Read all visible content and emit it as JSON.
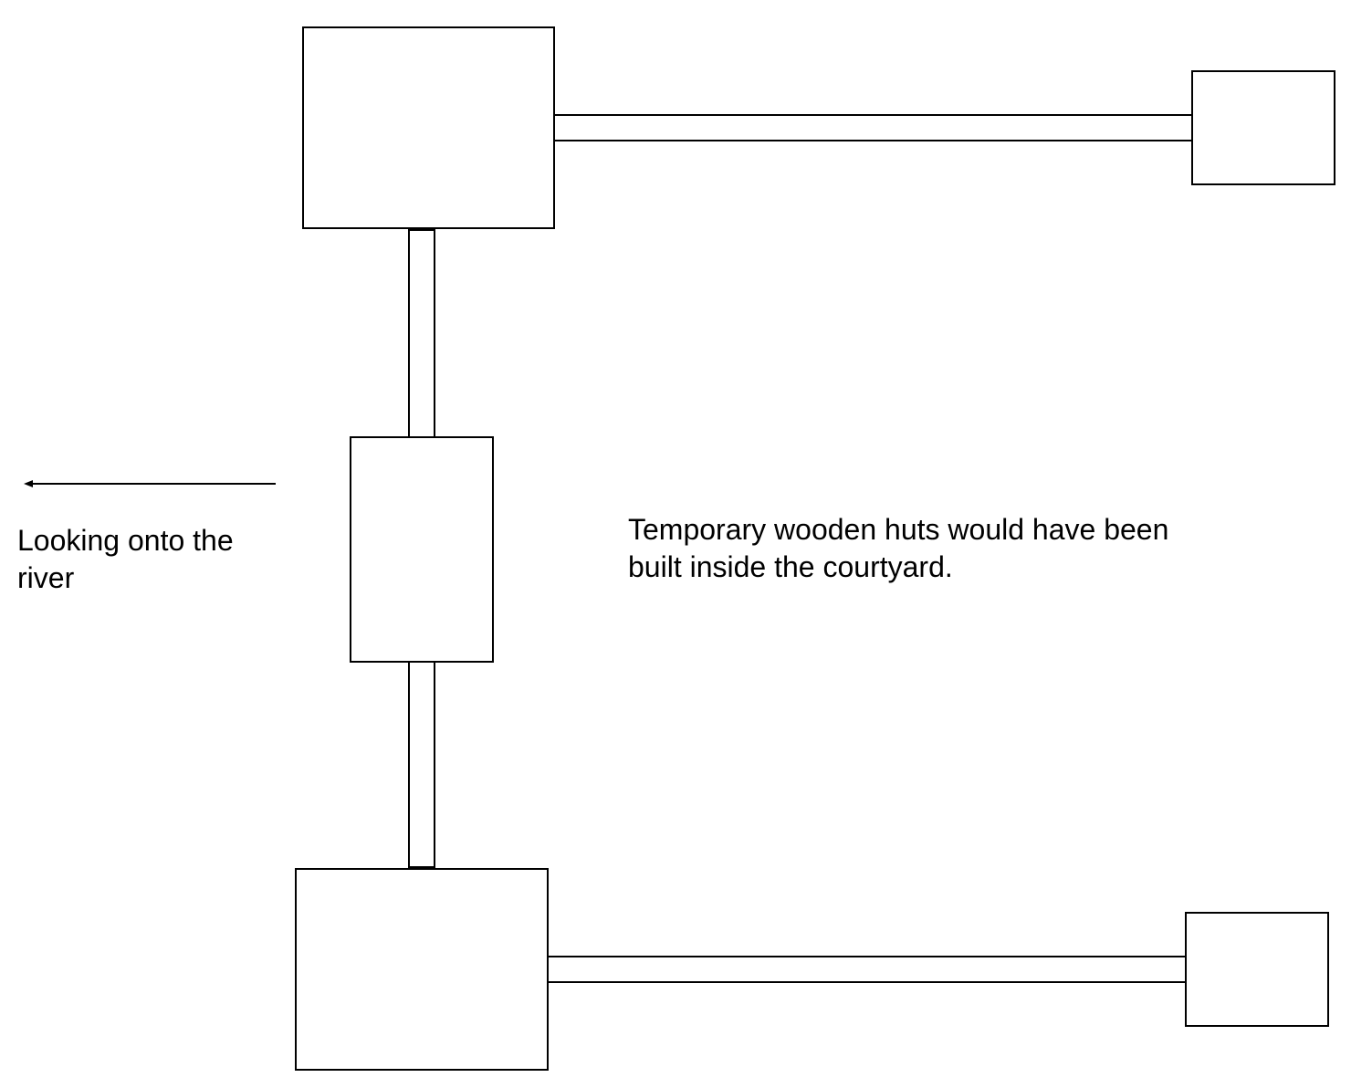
{
  "river_note": {
    "line1": "Looking onto the",
    "line2": "river"
  },
  "courtyard_note": {
    "line1": "Temporary wooden huts would have been",
    "line2": "built inside the courtyard."
  },
  "colors": {
    "stroke": "#000000",
    "fill": "#ffffff"
  }
}
